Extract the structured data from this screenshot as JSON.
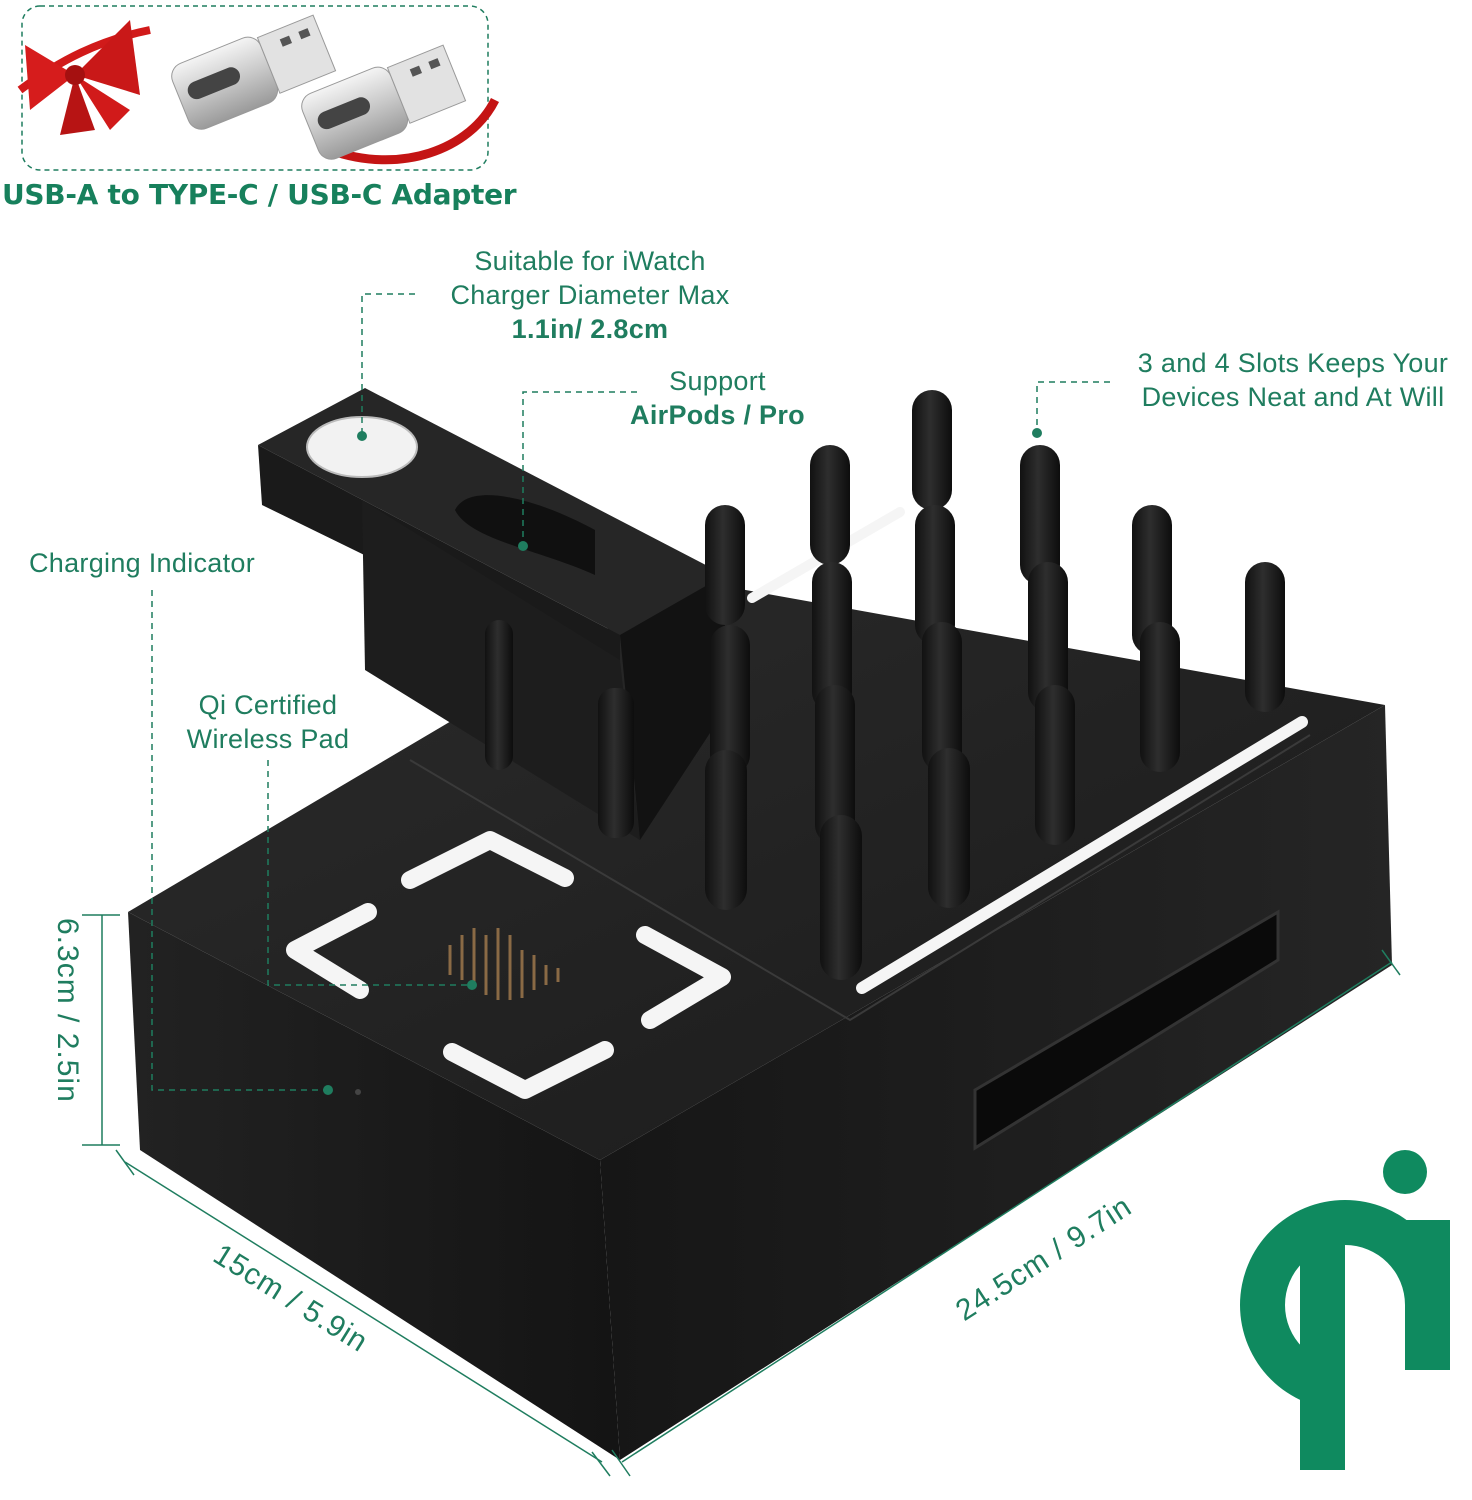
{
  "adapter": {
    "caption": "USB-A to TYPE-C / USB-C Adapter"
  },
  "callouts": {
    "iwatch_line1": "Suitable for iWatch",
    "iwatch_line2": "Charger Diameter Max",
    "iwatch_size": "1.1in/ 2.8cm",
    "airpods_line1": "Support",
    "airpods_line2": "AirPods / Pro",
    "slots_line1": "3 and 4 Slots Keeps Your",
    "slots_line2": "Devices Neat and At Will",
    "charging_indicator": "Charging Indicator",
    "qi_line1": "Qi Certified",
    "qi_line2": "Wireless Pad"
  },
  "dimensions": {
    "height": "6.3cm / 2.5in",
    "depth": "15cm / 5.9in",
    "width": "24.5cm / 9.7in"
  },
  "colors": {
    "accent": "#1f7d5f",
    "qi_logo": "#0f8a5f",
    "wood": "#1c1c1c",
    "ribbon": "#d11a1a"
  }
}
